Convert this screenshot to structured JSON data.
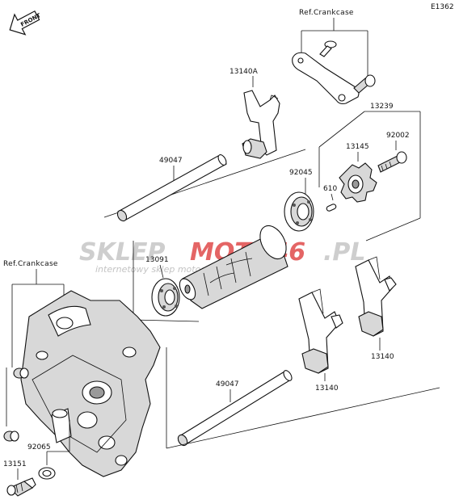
{
  "diagram": {
    "code": "E1362",
    "front_label": "FRONT",
    "references": {
      "crankcase_top": "Ref.Crankcase",
      "crankcase_left": "Ref.Crankcase"
    },
    "parts": {
      "p13140A": "13140A",
      "p13239": "13239",
      "p92002": "92002",
      "p13145": "13145",
      "p49047_top": "49047",
      "p92045": "92045",
      "p610": "610",
      "p13091": "13091",
      "p13140_right": "13140",
      "p13140_mid": "13140",
      "p49047_bottom": "49047",
      "p92065": "92065",
      "p13151": "13151"
    },
    "watermark": {
      "brand_a": "SKLEP",
      "brand_b": "MOTO46",
      "brand_c": ".PL",
      "tagline": "internetowy sklep motocyklowy"
    },
    "colors": {
      "watermark_gray": "#c9c9c9",
      "watermark_red": "#e25555",
      "line": "#111111"
    }
  }
}
